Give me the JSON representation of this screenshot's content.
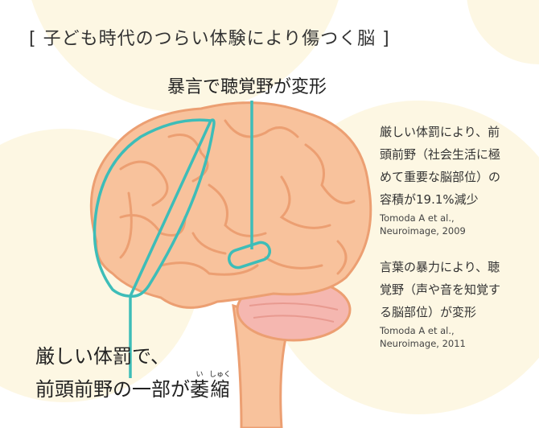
{
  "title": "[ 子ども時代のつらい体験により傷つく脳 ]",
  "labels": {
    "auditory": "暴言で聴覚野が変形",
    "frontal_line1": "厳しい体罰で、",
    "frontal_line2_pre": "前頭前野の一部が",
    "frontal_kanji1": "萎",
    "frontal_ruby1": "い",
    "frontal_kanji2": "縮",
    "frontal_ruby2": "しゅく"
  },
  "notes": [
    {
      "lines": [
        "厳しい体罰により、前",
        "頭前野（社会生活に極",
        "めて重要な脳部位）の",
        "容積が19.1%減少"
      ],
      "ref": [
        "Tomoda A et al.,",
        "Neuroimage, 2009"
      ]
    },
    {
      "lines": [
        "言葉の暴力により、聴",
        "覚野（声や音を知覚す",
        "る脳部位）が変形"
      ],
      "ref": [
        "Tomoda A et al.,",
        "Neuroimage, 2011"
      ]
    }
  ],
  "colors": {
    "background_circle": "#fdf7e3",
    "brain": "#f8c29c",
    "brain_line": "#ec9f72",
    "highlight": "#3dbdb8",
    "cerebellum": "#f5b7b0"
  }
}
